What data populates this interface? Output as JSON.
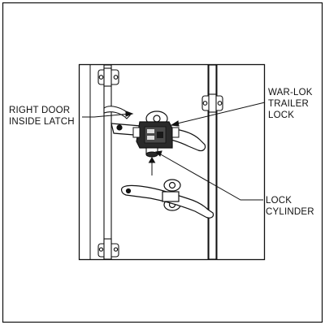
{
  "callouts": {
    "right_door": {
      "line1": "RIGHT DOOR",
      "line2": "INSIDE LATCH"
    },
    "war_lok": {
      "line1": "WAR-LOK",
      "line2": "TRAILER",
      "line3": "LOCK"
    },
    "lock_cylinder": {
      "line1": "LOCK",
      "line2": "CYLINDER"
    }
  },
  "colors": {
    "ink": "#111111",
    "background": "#ffffff",
    "lock_body": "#2a2a2a"
  }
}
